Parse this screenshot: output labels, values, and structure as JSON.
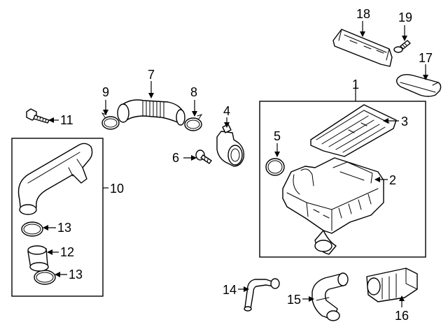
{
  "callouts": {
    "c1": "1",
    "c2": "2",
    "c3": "3",
    "c4": "4",
    "c5": "5",
    "c6": "6",
    "c7": "7",
    "c8": "8",
    "c9": "9",
    "c10": "10",
    "c11": "11",
    "c12": "12",
    "c13a": "13",
    "c13b": "13",
    "c14": "14",
    "c15": "15",
    "c16": "16",
    "c17": "17",
    "c18": "18",
    "c19": "19"
  }
}
